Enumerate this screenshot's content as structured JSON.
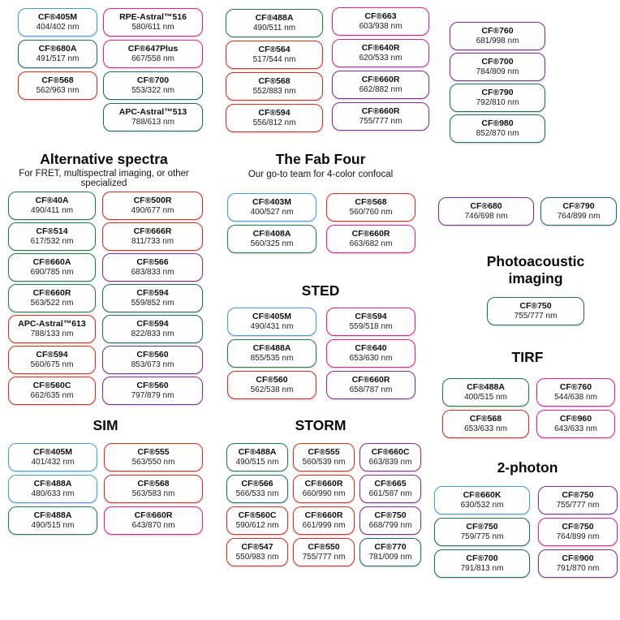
{
  "colors": {
    "blue": "#3fa0da",
    "teal": "#1d6b62",
    "green": "#1e7d46",
    "red": "#e0291f",
    "pink": "#ec1a8c",
    "magenta": "#c02993",
    "purple": "#7c2f92"
  },
  "headers": {
    "alt_title": "Alternative spectra",
    "alt_subtitle": "For FRET, multispectral imaging, or other specialized",
    "fab_title": "The Fab Four",
    "fab_subtitle": "Our go-to team for 4-color confocal",
    "sted_title": "STED",
    "sim_title": "SIM",
    "storm_title": "STORM",
    "photoacoustic_title": "Photoacoustic imaging",
    "tirf_title": "TIRF",
    "two_photon_title": "2-photon"
  },
  "groups": {
    "topA": [
      {
        "name": "CF®405M",
        "nm": "404/402 nm",
        "color": "blue"
      },
      {
        "name": "CF®680A",
        "nm": "491/517 nm",
        "color": "teal"
      },
      {
        "name": "CF®568",
        "nm": "562/963 nm",
        "color": "red"
      }
    ],
    "topB": [
      {
        "name": "RPE-Astral™516",
        "nm": "580/611 nm",
        "color": "pink"
      },
      {
        "name": "CF®647Plus",
        "nm": "667/558 nm",
        "color": "pink"
      },
      {
        "name": "CF®700",
        "nm": "553/322 nm",
        "color": "teal"
      },
      {
        "name": "APC-Astral™513",
        "nm": "788/613 nm",
        "color": "teal"
      }
    ],
    "topC": [
      {
        "name": "CF®488A",
        "nm": "490/511 nm",
        "color": "green"
      },
      {
        "name": "CF®564",
        "nm": "517/544 nm",
        "color": "red"
      },
      {
        "name": "CF®568",
        "nm": "552/883 nm",
        "color": "red"
      },
      {
        "name": "CF®594",
        "nm": "556/812 nm",
        "color": "red"
      }
    ],
    "topD": [
      {
        "name": "CF®663",
        "nm": "603/938 nm",
        "color": "pink"
      },
      {
        "name": "CF®640R",
        "nm": "620/533 nm",
        "color": "magenta"
      },
      {
        "name": "CF®660R",
        "nm": "662/882 nm",
        "color": "purple"
      },
      {
        "name": "CF®660R",
        "nm": "755/777 nm",
        "color": "purple"
      }
    ],
    "topE": [
      {
        "name": "CF®760",
        "nm": "681/998 nm",
        "color": "purple"
      },
      {
        "name": "CF®700",
        "nm": "784/809 nm",
        "color": "purple"
      },
      {
        "name": "CF®790",
        "nm": "792/810 nm",
        "color": "teal"
      },
      {
        "name": "CF®980",
        "nm": "852/870 nm",
        "color": "teal"
      }
    ],
    "altL": [
      {
        "name": "CF®40A",
        "nm": "490/411 nm",
        "color": "green"
      },
      {
        "name": "CF®514",
        "nm": "617/532 nm",
        "color": "green"
      },
      {
        "name": "CF®660A",
        "nm": "690/785 nm",
        "color": "green"
      },
      {
        "name": "CF®660R",
        "nm": "563/522 nm",
        "color": "green"
      },
      {
        "name": "APC-Astral™613",
        "nm": "788/133 nm",
        "color": "red"
      },
      {
        "name": "CF®594",
        "nm": "560/675 nm",
        "color": "red"
      },
      {
        "name": "CF®560C",
        "nm": "662/635 nm",
        "color": "red"
      }
    ],
    "altR": [
      {
        "name": "CF®500R",
        "nm": "490/677 nm",
        "color": "red"
      },
      {
        "name": "CF®666R",
        "nm": "811/733 nm",
        "color": "red"
      },
      {
        "name": "CF®566",
        "nm": "683/833 nm",
        "color": "purple"
      },
      {
        "name": "CF®594",
        "nm": "559/852 nm",
        "color": "teal"
      },
      {
        "name": "CF®594",
        "nm": "822/833 nm",
        "color": "teal"
      },
      {
        "name": "CF®560",
        "nm": "853/673 nm",
        "color": "purple"
      },
      {
        "name": "CF®560",
        "nm": "797/879 nm",
        "color": "purple"
      }
    ],
    "fabL": [
      {
        "name": "CF®403M",
        "nm": "400/527 nm",
        "color": "blue"
      },
      {
        "name": "CF®408A",
        "nm": "560/325 nm",
        "color": "green"
      }
    ],
    "fabR": [
      {
        "name": "CF®568",
        "nm": "560/760 nm",
        "color": "red"
      },
      {
        "name": "CF®660R",
        "nm": "663/682 nm",
        "color": "pink"
      }
    ],
    "stedL": [
      {
        "name": "CF®405M",
        "nm": "490/431 nm",
        "color": "blue"
      },
      {
        "name": "CF®488A",
        "nm": "855/535 nm",
        "color": "green"
      },
      {
        "name": "CF®560",
        "nm": "562/538 nm",
        "color": "red"
      }
    ],
    "stedR": [
      {
        "name": "CF®594",
        "nm": "559/518 nm",
        "color": "pink"
      },
      {
        "name": "CF®640",
        "nm": "653/630 nm",
        "color": "pink"
      },
      {
        "name": "CF®660R",
        "nm": "658/787 nm",
        "color": "purple"
      }
    ],
    "pairL": [
      {
        "name": "CF®680",
        "nm": "746/698 nm",
        "color": "purple"
      }
    ],
    "pairR": [
      {
        "name": "CF®790",
        "nm": "764/899 nm",
        "color": "teal"
      }
    ],
    "photo": [
      {
        "name": "CF®750",
        "nm": "755/777 nm",
        "color": "teal"
      }
    ],
    "tirfL": [
      {
        "name": "CF®488A",
        "nm": "400/515 nm",
        "color": "green"
      },
      {
        "name": "CF®568",
        "nm": "653/633 nm",
        "color": "red"
      }
    ],
    "tirfR": [
      {
        "name": "CF®760",
        "nm": "544/638 nm",
        "color": "pink"
      },
      {
        "name": "CF®960",
        "nm": "643/633 nm",
        "color": "pink"
      }
    ],
    "simL": [
      {
        "name": "CF®405M",
        "nm": "401/432 nm",
        "color": "blue"
      },
      {
        "name": "CF®488A",
        "nm": "480/633 nm",
        "color": "blue"
      },
      {
        "name": "CF®488A",
        "nm": "490/515 nm",
        "color": "green"
      }
    ],
    "simR": [
      {
        "name": "CF®555",
        "nm": "563/550 nm",
        "color": "red"
      },
      {
        "name": "CF®568",
        "nm": "563/583 nm",
        "color": "red"
      },
      {
        "name": "CF®660R",
        "nm": "643/870 nm",
        "color": "pink"
      }
    ],
    "stormA": [
      {
        "name": "CF®488A",
        "nm": "490/515 nm",
        "color": "green"
      },
      {
        "name": "CF®566",
        "nm": "566/533 nm",
        "color": "teal"
      },
      {
        "name": "CF®560C",
        "nm": "590/612 nm",
        "color": "red"
      },
      {
        "name": "CF®547",
        "nm": "550/983 nm",
        "color": "red"
      }
    ],
    "stormB": [
      {
        "name": "CF®555",
        "nm": "560/539 nm",
        "color": "red"
      },
      {
        "name": "CF®660R",
        "nm": "660/990 nm",
        "color": "red"
      },
      {
        "name": "CF®660R",
        "nm": "661/999 nm",
        "color": "red"
      },
      {
        "name": "CF®550",
        "nm": "755/777 nm",
        "color": "red"
      }
    ],
    "stormC": [
      {
        "name": "CF®660C",
        "nm": "663/839 nm",
        "color": "purple"
      },
      {
        "name": "CF®665",
        "nm": "661/587 nm",
        "color": "purple"
      },
      {
        "name": "CF®750",
        "nm": "668/799 nm",
        "color": "purple"
      },
      {
        "name": "CF®770",
        "nm": "781/009 nm",
        "color": "teal"
      }
    ],
    "twoL": [
      {
        "name": "CF®660K",
        "nm": "630/532 nm",
        "color": "blue"
      },
      {
        "name": "CF®750",
        "nm": "759/775 nm",
        "color": "teal"
      },
      {
        "name": "CF®700",
        "nm": "791/813 nm",
        "color": "teal"
      }
    ],
    "twoR": [
      {
        "name": "CF®750",
        "nm": "755/777 nm",
        "color": "purple"
      },
      {
        "name": "CF®750",
        "nm": "764/899 nm",
        "color": "pink"
      },
      {
        "name": "CF®900",
        "nm": "791/870 nm",
        "color": "purple"
      }
    ]
  }
}
